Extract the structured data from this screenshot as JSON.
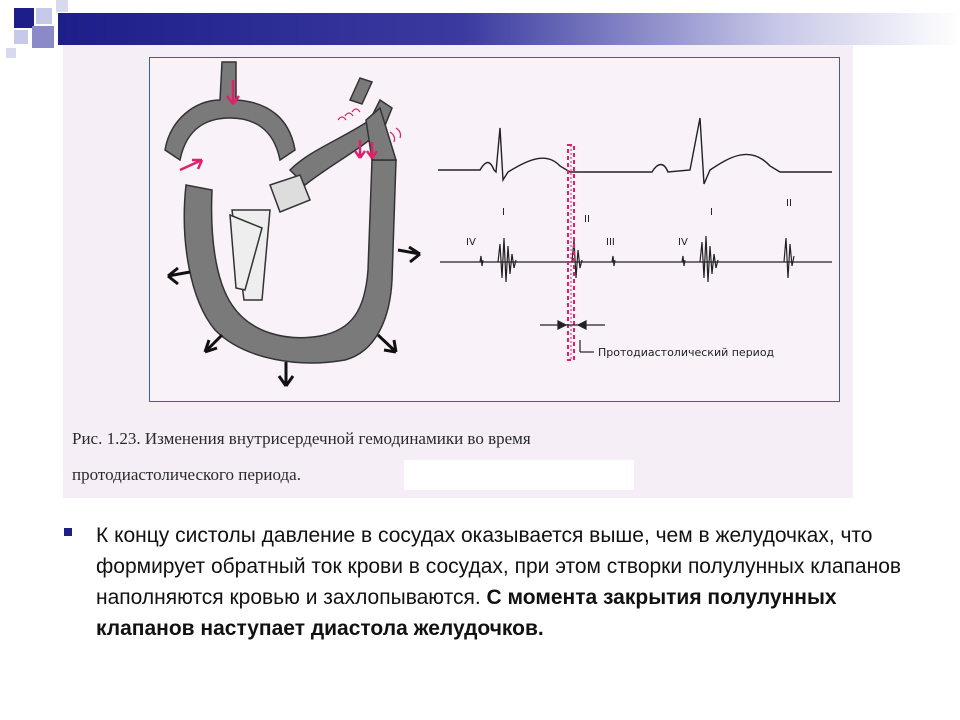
{
  "figure": {
    "labels": {
      "wave_I_ecg": "I",
      "wave_II_ecg": "II",
      "wave_IV_left": "IV",
      "wave_III": "III",
      "wave_IV_right": "IV",
      "wave_I_right": "I",
      "wave_II_right": "II",
      "period": "Протодиастолический период"
    },
    "caption_line1": "Рис. 1.23. Изменения внутрисердечной гемодинамики во время",
    "caption_line2": "протодиастолического периода."
  },
  "text": {
    "bullet_regular": "К концу систолы давление в сосудах оказывается выше, чем в желудочках, что формирует обратный ток крови в сосудах, при этом створки полулунных клапанов наполняются кровью и захлопываются. ",
    "bullet_bold": "С момента закрытия полулунных клапанов наступает диастола желудочков."
  },
  "colors": {
    "title_bar": "#1e1e8a",
    "heart_wall": "#7a7a7a",
    "arrow_pink": "#e0206a",
    "marker_pink": "#e0206a"
  }
}
